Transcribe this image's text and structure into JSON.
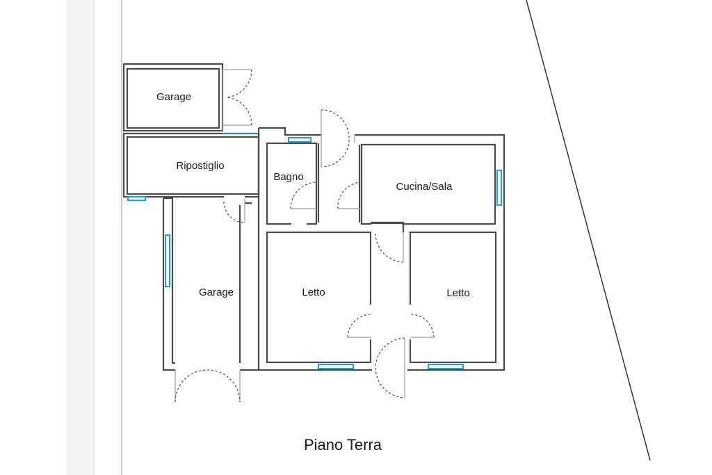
{
  "rooms": {
    "garage_top": "Garage",
    "ripostiglio": "Ripostiglio",
    "bagno": "Bagno",
    "cucina_sala": "Cucina/Sala",
    "garage_bottom": "Garage",
    "letto_left": "Letto",
    "letto_right": "Letto"
  },
  "title": "Piano Terra",
  "colors": {
    "wall": "#4a4a4a",
    "window": "#1aa3d8"
  }
}
